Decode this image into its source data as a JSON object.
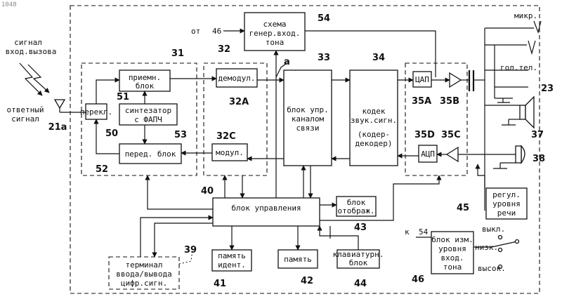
{
  "corner_id": "1048",
  "incoming_signal": [
    "сигнал",
    "вход.вызова"
  ],
  "response_signal": [
    "ответный",
    "сигнал"
  ],
  "from_46": [
    "от",
    "46"
  ],
  "blocks": {
    "tone_gen": [
      "схема",
      "генер.вход.",
      "тона"
    ],
    "receiver": [
      "приемн.",
      "блок"
    ],
    "switch": "перекл.",
    "synth": [
      "синтезатор",
      "с ФАПЧ"
    ],
    "transmitter": "перед. блок",
    "demod": "демодул.",
    "mod": "модул.",
    "channel_ctrl": [
      "блок упр.",
      "каналом",
      "связи"
    ],
    "codec": [
      "кодек",
      "звук.сигн.",
      "(кодер-",
      "декодер)"
    ],
    "dac": "ЦАП",
    "adc": "АЦП",
    "control": "блок управления",
    "display": [
      "блок",
      "отображ."
    ],
    "id_mem": [
      "память",
      "идент."
    ],
    "memory": "память",
    "keyboard": [
      "клавиатурн.",
      "блок"
    ],
    "terminal": [
      "терминал",
      "ввода/вывода",
      "цифр.сигн."
    ],
    "level_adj": [
      "регул.",
      "уровня",
      "речи"
    ],
    "tone_meter": [
      "блок изм.",
      "уровня",
      "вход.",
      "тона"
    ]
  },
  "mic": "микр.",
  "speaker": "гол.тел.",
  "to_54": [
    "к",
    "54"
  ],
  "switch_positions": [
    "выкл.",
    "низк.",
    "высок."
  ],
  "refs": {
    "r31": "31",
    "r32": "32",
    "r33": "33",
    "r34": "34",
    "r54": "54",
    "ra": "a",
    "r51": "51",
    "r50": "50",
    "r53": "53",
    "r52": "52",
    "r21a": "21a",
    "r32A": "32A",
    "r32C": "32C",
    "r35A": "35A",
    "r35B": "35B",
    "r35D": "35D",
    "r35C": "35C",
    "r23": "23",
    "r37": "37",
    "r38": "38",
    "r40": "40",
    "r43": "43",
    "r45": "45",
    "r39": "39",
    "r41": "41",
    "r42": "42",
    "r44": "44",
    "r46": "46"
  }
}
